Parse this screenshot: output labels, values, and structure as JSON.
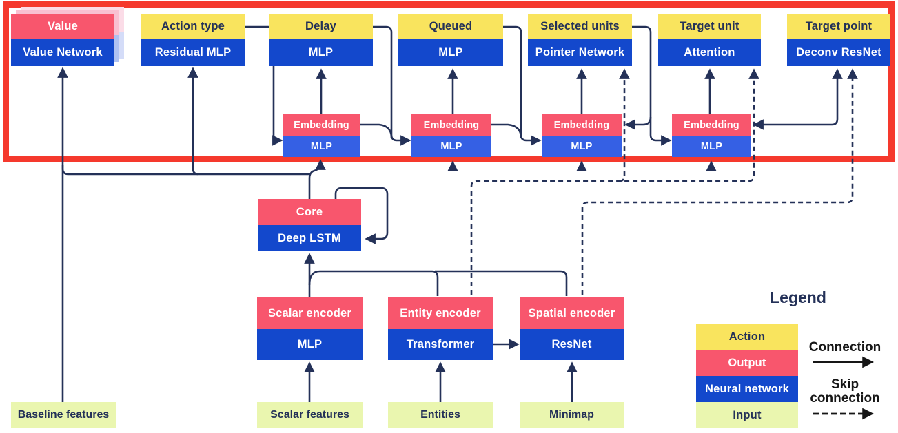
{
  "diagram": {
    "title_semantic": "Agent architecture diagram",
    "heads": [
      {
        "output_label": "Value",
        "network_label": "Value Network"
      },
      {
        "output_label": "Action type",
        "network_label": "Residual MLP"
      },
      {
        "output_label": "Delay",
        "network_label": "MLP"
      },
      {
        "output_label": "Queued",
        "network_label": "MLP"
      },
      {
        "output_label": "Selected units",
        "network_label": "Pointer Network"
      },
      {
        "output_label": "Target unit",
        "network_label": "Attention"
      },
      {
        "output_label": "Target point",
        "network_label": "Deconv ResNet"
      }
    ],
    "embeddings": [
      {
        "output_label": "Embedding",
        "network_label": "MLP"
      },
      {
        "output_label": "Embedding",
        "network_label": "MLP"
      },
      {
        "output_label": "Embedding",
        "network_label": "MLP"
      },
      {
        "output_label": "Embedding",
        "network_label": "MLP"
      }
    ],
    "core": {
      "output_label": "Core",
      "network_label": "Deep LSTM"
    },
    "encoders": [
      {
        "output_label": "Scalar encoder",
        "network_label": "MLP"
      },
      {
        "output_label": "Entity encoder",
        "network_label": "Transformer"
      },
      {
        "output_label": "Spatial encoder",
        "network_label": "ResNet"
      }
    ],
    "inputs": [
      {
        "label": "Baseline features"
      },
      {
        "label": "Scalar features"
      },
      {
        "label": "Entities"
      },
      {
        "label": "Minimap"
      }
    ]
  },
  "legend": {
    "title": "Legend",
    "rows": [
      {
        "label": "Action",
        "color": "#F9E45E"
      },
      {
        "label": "Output",
        "color": "#F8566D"
      },
      {
        "label": "Neural network",
        "color": "#1348CC"
      },
      {
        "label": "Input",
        "color": "#EAF6AF"
      }
    ],
    "connection_label": "Connection",
    "skip_connection_label_line1": "Skip",
    "skip_connection_label_line2": "connection"
  },
  "colors": {
    "action_yellow": "#F9E45E",
    "output_pink": "#F8566D",
    "network_blue": "#1348CC",
    "embedding_network_blue": "#3560E4",
    "input_green": "#EAF6AF",
    "connector_navy": "#243158",
    "highlight_border_red": "#F5392D",
    "legend_arrow_black": "#161616"
  }
}
